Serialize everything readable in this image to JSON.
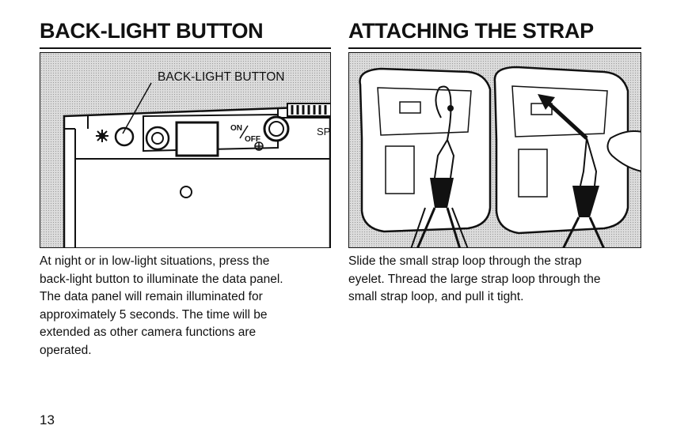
{
  "left": {
    "heading": "BACK-LIGHT BUTTON",
    "callout": "BACK-LIGHT BUTTON",
    "dial_label": "SP",
    "body_lines": [
      "At night or in low-light situations, press the",
      "back-light button to illuminate the data panel.",
      "The data panel will remain illuminated for",
      "approximately 5 seconds. The time will be",
      "extended as other camera functions are",
      "operated."
    ]
  },
  "right": {
    "heading": "ATTACHING THE STRAP",
    "body_lines": [
      "Slide the small strap loop through the strap",
      "eyelet. Thread the large strap loop through the",
      "small strap loop, and pull it tight."
    ]
  },
  "page_number": "13",
  "icons": [
    "backlight-sun-icon",
    "on-off-switch-icon",
    "up-arrow-icon"
  ]
}
